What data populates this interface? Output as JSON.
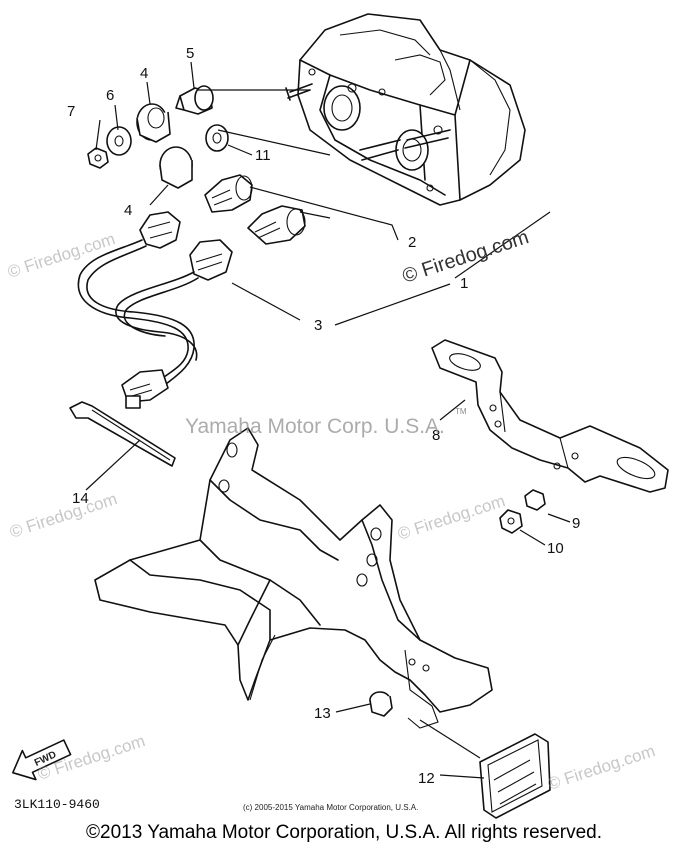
{
  "callouts": [
    "1",
    "2",
    "3",
    "4",
    "4",
    "5",
    "6",
    "7",
    "8",
    "9",
    "10",
    "11",
    "12",
    "13",
    "14"
  ],
  "watermark_text": "© Firedog.com",
  "corp_watermark": "Yamaha Motor Corp. U.S.A.",
  "corp_tm": "TM",
  "fwd_label": "FWD",
  "part_number": "3LK110-9460",
  "small_copyright": "(c) 2005-2015 Yamaha Motor Corporation, U.S.A.",
  "footer": "©2013 Yamaha Motor Corporation, U.S.A. All rights reserved."
}
